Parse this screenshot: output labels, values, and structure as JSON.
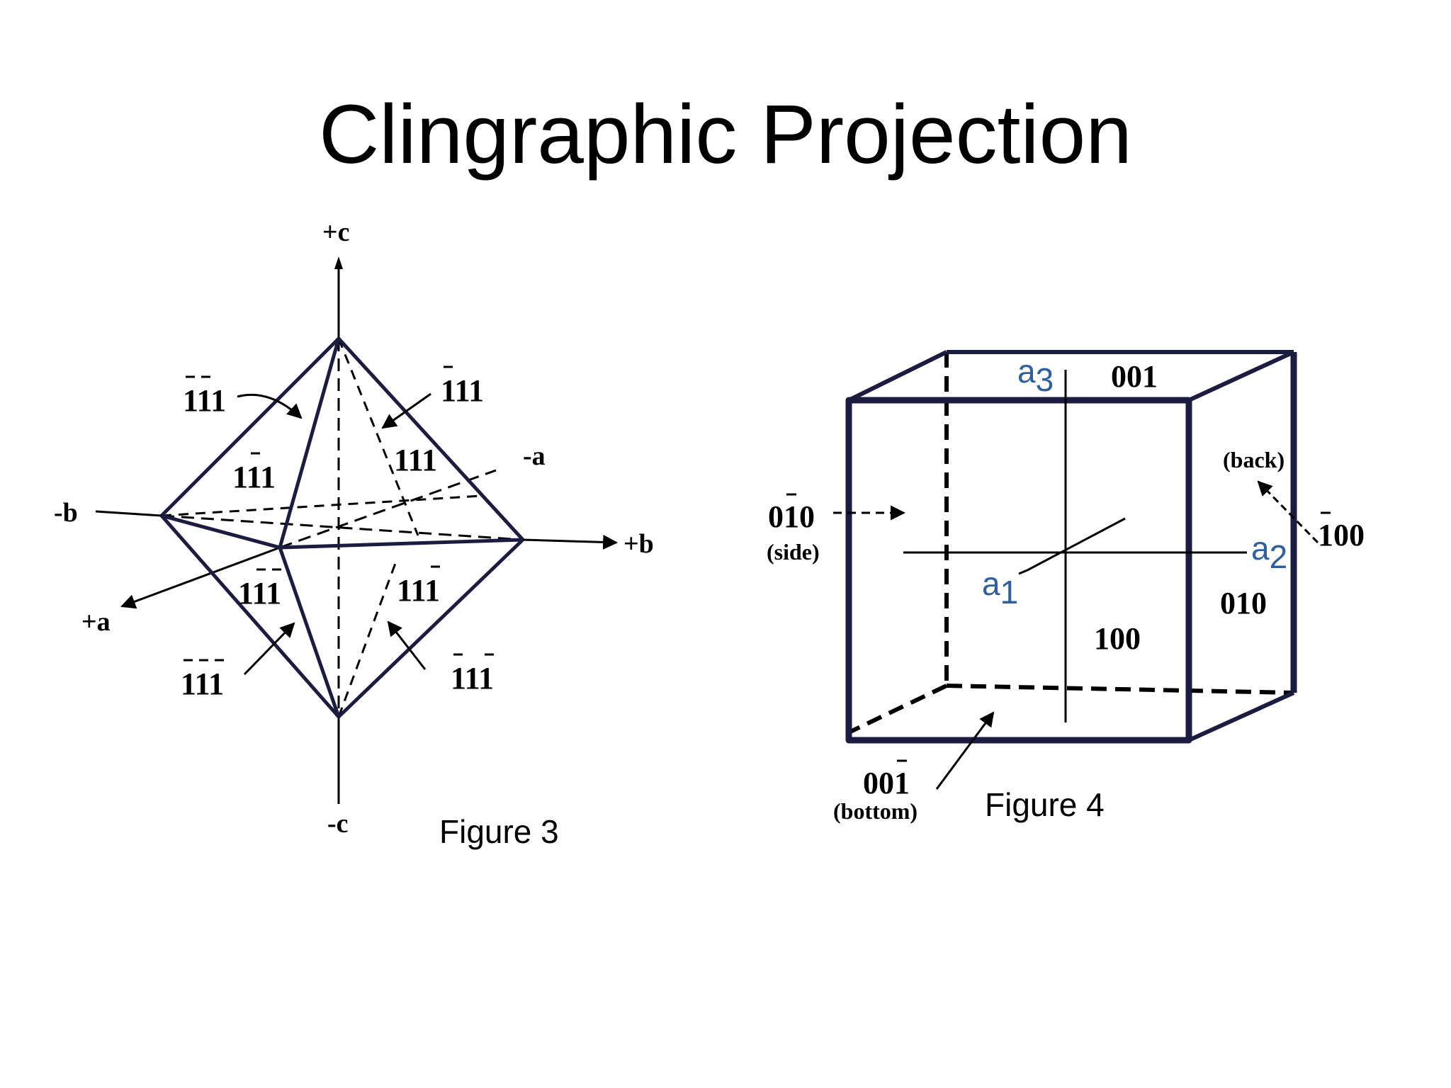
{
  "slide": {
    "title": "Clingraphic Projection"
  },
  "figure3": {
    "caption": "Figure 3",
    "axes": {
      "plus_c": "+c",
      "minus_c": "-c",
      "minus_b": "-b",
      "plus_b": "+b",
      "minus_a": "-a",
      "plus_a": "+a"
    },
    "faces": {
      "upper_left_out": "111",
      "upper_right_out": "111",
      "upper_left_in": "111",
      "upper_right_in": "111",
      "lower_left_in": "111",
      "lower_right_in": "111",
      "lower_left_out": "111",
      "lower_right_out": "111"
    }
  },
  "figure4": {
    "caption": "Figure 4",
    "faces": {
      "top": "001",
      "side": "010",
      "side_note": "(side)",
      "back": "100",
      "back_note": "(back)",
      "right": "010",
      "front": "100",
      "bottom": "001",
      "bottom_note": "(bottom)"
    },
    "axes": {
      "a3_base": "a",
      "a3_sub": "3",
      "a2_base": "a",
      "a2_sub": "2",
      "a1_base": "a",
      "a1_sub": "1"
    }
  },
  "colors": {
    "outline": "#1c1c40",
    "axis_label": "#2f5f9f"
  }
}
